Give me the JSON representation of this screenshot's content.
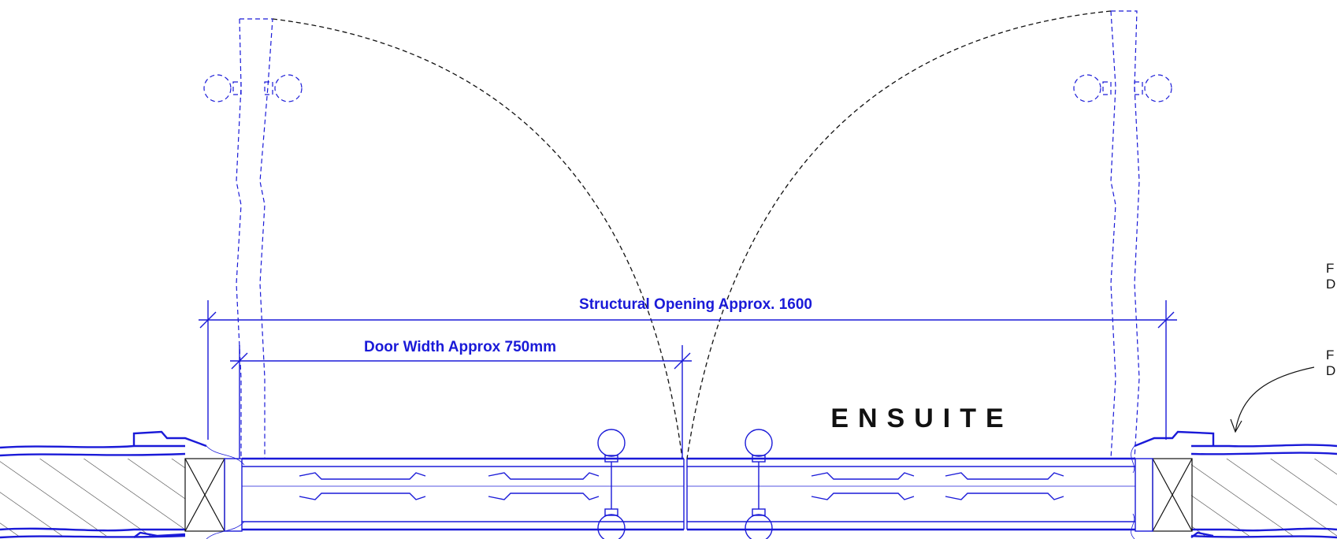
{
  "labels": {
    "structural_opening": "Structural Opening Approx. 1600",
    "door_width": "Door Width Approx 750mm",
    "room": "ENSUITE",
    "note_1_line_1": "F",
    "note_1_line_2": "D",
    "note_2_line_1": "F",
    "note_2_line_2": "D"
  },
  "colors": {
    "drawing_blue": "#1a1ad8",
    "ink_black": "#111111",
    "background": "#ffffff"
  }
}
